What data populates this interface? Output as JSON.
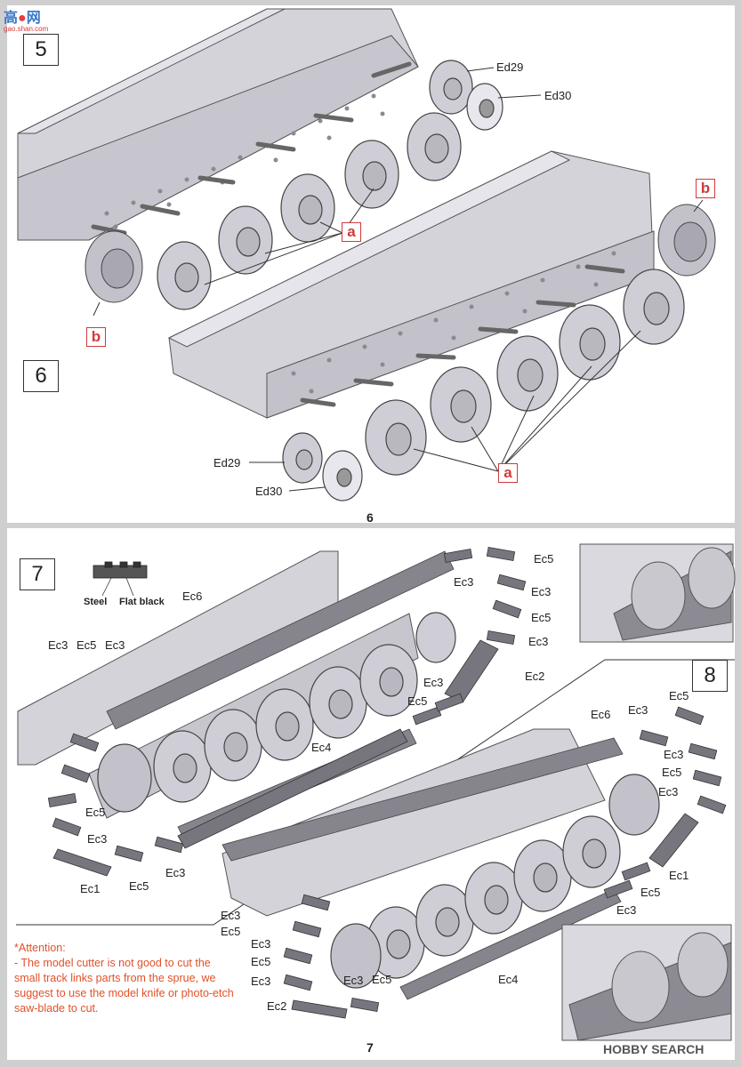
{
  "watermark_top": {
    "logo": "高",
    "dot": "●",
    "name": "网",
    "sub": "gao.shan.com"
  },
  "watermark_bottom": "HOBBY SEARCH",
  "steps": {
    "s5": "5",
    "s6": "6",
    "s7": "7",
    "s8": "8"
  },
  "page_numbers": {
    "top": "6",
    "bottom": "7"
  },
  "parts_top": {
    "ed29_a": "Ed29",
    "ed30_a": "Ed30",
    "ed29_b": "Ed29",
    "ed30_b": "Ed30"
  },
  "markers_top": {
    "a1": "a",
    "a2": "a",
    "b1": "b",
    "b2": "b"
  },
  "legend": {
    "steel": "Steel",
    "flat_black": "Flat black"
  },
  "parts_bottom": {
    "ec6_a": "Ec6",
    "ec3_a": "Ec3",
    "ec5_a": "Ec5",
    "ec3_b": "Ec3",
    "ec5_top": "Ec5",
    "ec3_top": "Ec3",
    "ec3_c": "Ec3",
    "ec5_b": "Ec5",
    "ec3_d": "Ec3",
    "ec2_a": "Ec2",
    "ec3_e": "Ec3",
    "ec5_c": "Ec5",
    "ec4_a": "Ec4",
    "ec5_left": "Ec5",
    "ec3_left": "Ec3",
    "ec1_a": "Ec1",
    "ec5_d": "Ec5",
    "ec3_f": "Ec3",
    "ec6_b": "Ec6",
    "ec3_g": "Ec3",
    "ec5_e": "Ec5",
    "ec3_h": "Ec3",
    "ec5_f": "Ec5",
    "ec3_i": "Ec3",
    "ec1_b": "Ec1",
    "ec5_g": "Ec5",
    "ec3_j": "Ec3",
    "ec3_k": "Ec3",
    "ec5_h": "Ec5",
    "ec3_l": "Ec3",
    "ec5_i": "Ec5",
    "ec3_m": "Ec3",
    "ec2_b": "Ec2",
    "ec3_n": "Ec3",
    "ec5_j": "Ec5",
    "ec4_b": "Ec4"
  },
  "attention": {
    "title": "*Attention:",
    "body": "- The model cutter is not good to cut the small track links parts from the sprue, we suggest to use the model knife or photo-etch saw-blade to cut."
  }
}
